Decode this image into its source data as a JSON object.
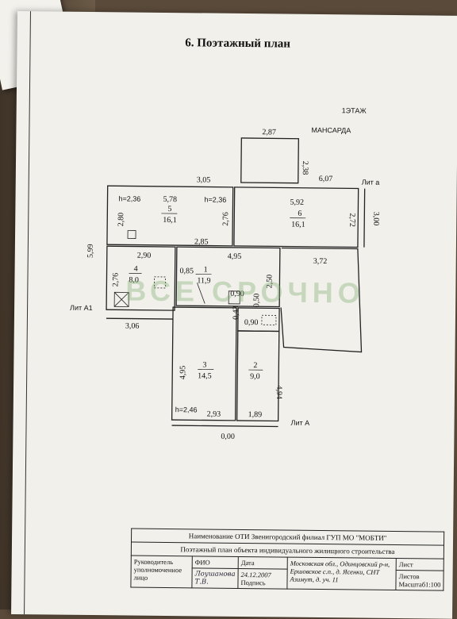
{
  "title": "6. Поэтажный план",
  "floor_label": "1ЭТАЖ",
  "attic_label": "МАНСАРДА",
  "lit": {
    "a_lower": "Лит а",
    "a1": "Лит А1",
    "A": "Лит А"
  },
  "dims": {
    "d287": "2,87",
    "d238": "2,38",
    "d305": "3,05",
    "d607": "6,07",
    "d300": "3,00",
    "d599": "5,99",
    "d280": "2,80",
    "d578": "5,78",
    "d276a": "2,76",
    "d592": "5,92",
    "d272": "2,72",
    "d285": "2,85",
    "d290": "2,90",
    "d495a": "4,95",
    "d372": "3,72",
    "d276b": "2,76",
    "d085": "0,85",
    "d250": "2,50",
    "d090a": "0,90",
    "d050": "0,50",
    "d043": "0,43",
    "d090b": "0,90",
    "d306": "3,06",
    "d495b": "4,95",
    "d494": "4,94",
    "d293": "2,93",
    "d189": "1,89",
    "d000": "0,00",
    "h236a": "h=2,36",
    "h236b": "h=2,36",
    "h246": "h=2,46"
  },
  "rooms": [
    {
      "num": "5",
      "area": "16,1"
    },
    {
      "num": "6",
      "area": "16,1"
    },
    {
      "num": "4",
      "area": "8,0"
    },
    {
      "num": "1",
      "area": "11,9"
    },
    {
      "num": "3",
      "area": "14,5"
    },
    {
      "num": "2",
      "area": "9,0"
    }
  ],
  "watermark": "ВСЕ СРОЧНО",
  "stamp": {
    "org": "Наименование ОТИ Звенигородский филиал ГУП МО \"МОБТИ\"",
    "doc": "Поэтажный план объекта индивидуального жилищного строительства",
    "role": "Руководитель уполномоченное лицо",
    "fio_h": "ФИО",
    "date_h": "Дата",
    "date": "24.12.2007",
    "sign_h": "Подпись",
    "address": "Московская обл., Одинцовский р-н, Ершовское с.п., д. Ясенки, СНТ Азимут, д. уч. 11",
    "sheet": "Лист",
    "sheets": "Листов",
    "scale": "Масштаб1:100",
    "signature": "Лоушанова Т.В."
  }
}
